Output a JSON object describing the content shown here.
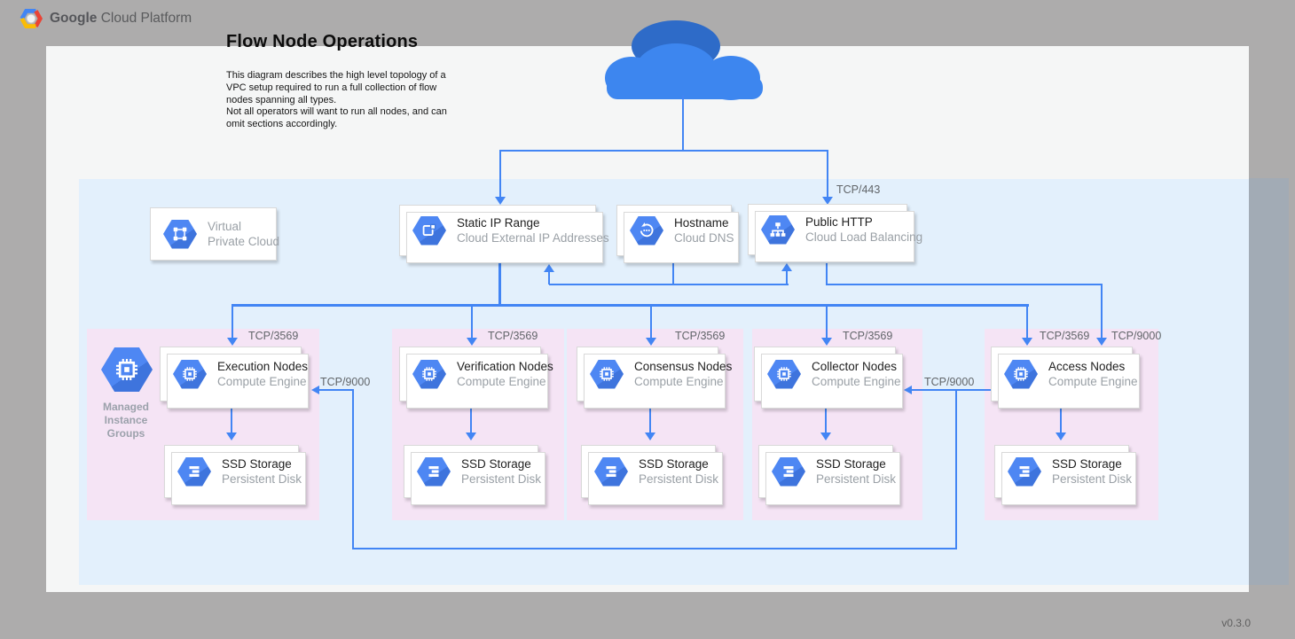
{
  "logo": {
    "bold": "Google",
    "rest": "Cloud Platform"
  },
  "title": "Flow Node Operations",
  "description_lines": [
    "This diagram describes the high level topology of a",
    "VPC setup required to run a full collection of flow",
    "nodes spanning all types.",
    "Not all operators will want to run all nodes, and can",
    "omit sections accordingly."
  ],
  "version": "v0.3.0",
  "ports": {
    "https": "TCP/443",
    "node": "TCP/3569",
    "access": "TCP/9000"
  },
  "vpc_card": {
    "line1": "Virtual",
    "line2": "Private Cloud",
    "icon": "vpc"
  },
  "top_cards": {
    "static_ip": {
      "title": "Static IP Range",
      "subtitle": "Cloud External IP Addresses",
      "icon": "external-ip"
    },
    "hostname": {
      "title": "Hostname",
      "subtitle": "Cloud DNS",
      "icon": "dns"
    },
    "public_http": {
      "title": "Public HTTP",
      "subtitle": "Cloud Load Balancing",
      "icon": "load-balancer"
    }
  },
  "mig": {
    "lines": [
      "Managed",
      "Instance",
      "Groups"
    ],
    "icon": "compute-chip"
  },
  "groups": [
    {
      "node": {
        "title": "Execution Nodes",
        "subtitle": "Compute Engine",
        "icon": "compute-chip"
      },
      "ssd": {
        "title": "SSD Storage",
        "subtitle": "Persistent Disk",
        "icon": "disk"
      }
    },
    {
      "node": {
        "title": "Verification Nodes",
        "subtitle": "Compute Engine",
        "icon": "compute-chip"
      },
      "ssd": {
        "title": "SSD Storage",
        "subtitle": "Persistent Disk",
        "icon": "disk"
      }
    },
    {
      "node": {
        "title": "Consensus Nodes",
        "subtitle": "Compute Engine",
        "icon": "compute-chip"
      },
      "ssd": {
        "title": "SSD Storage",
        "subtitle": "Persistent Disk",
        "icon": "disk"
      }
    },
    {
      "node": {
        "title": "Collector Nodes",
        "subtitle": "Compute Engine",
        "icon": "compute-chip"
      },
      "ssd": {
        "title": "SSD Storage",
        "subtitle": "Persistent Disk",
        "icon": "disk"
      }
    },
    {
      "node": {
        "title": "Access Nodes",
        "subtitle": "Compute Engine",
        "icon": "compute-chip"
      },
      "ssd": {
        "title": "SSD Storage",
        "subtitle": "Persistent Disk",
        "icon": "disk"
      }
    }
  ],
  "colors": {
    "line_blue": "#4285f4",
    "hexagon_blue": "#4e87f3",
    "vpc_region": "#e3f0fc",
    "node_group_region": "#f5e4f5",
    "cloud_light": "#3d86ef",
    "cloud_dark": "#2e6bc8",
    "desktop_gray": "#adacac",
    "canvas": "#f5f6f6"
  }
}
